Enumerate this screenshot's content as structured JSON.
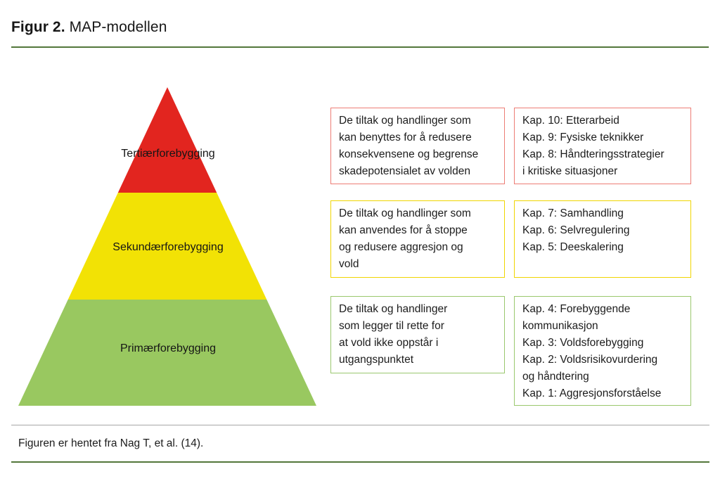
{
  "title": {
    "figure_label": "Figur 2.",
    "figure_name": " MAP-modellen"
  },
  "colors": {
    "pyramid_red": "#e2251f",
    "pyramid_yellow": "#f2e205",
    "pyramid_green": "#99c860",
    "border_red": "#ed7d75",
    "border_yellow": "#f0d500",
    "border_green": "#9ac86e",
    "rule_green": "#53773a",
    "rule_gray": "#a6a6a6"
  },
  "pyramid": {
    "levels": [
      {
        "name": "tertiary",
        "label": "Tertiærforebygging",
        "color": "#e2251f"
      },
      {
        "name": "secondary",
        "label": "Sekundærforebygging",
        "color": "#f2e205"
      },
      {
        "name": "primary",
        "label": "Primærforebygging",
        "color": "#99c860"
      }
    ]
  },
  "rows": [
    {
      "name": "tertiary",
      "description": "De tiltak og handlinger som\nkan benyttes for å redusere\nkonsekvensene og begrense\nskadepotensialet av volden",
      "chapters": "Kap. 10: Etterarbeid\nKap. 9: Fysiske teknikker\nKap. 8: Håndteringsstrategier\ni kritiske situasjoner"
    },
    {
      "name": "secondary",
      "description": "De tiltak og handlinger som\nkan anvendes for å stoppe\nog redusere aggresjon og\nvold",
      "chapters": "Kap. 7: Samhandling\nKap. 6: Selvregulering\nKap. 5: Deeskalering"
    },
    {
      "name": "primary",
      "description": "De tiltak og handlinger\nsom legger til rette for\nat vold ikke oppstår i\nutgangspunktet",
      "chapters": "Kap. 4: Forebyggende\nkommunikasjon\nKap. 3: Voldsforebygging\nKap. 2: Voldsrisikovurdering\nog håndtering\nKap. 1: Aggresjonsforståelse"
    }
  ],
  "footer": {
    "caption": "Figuren er hentet fra Nag T, et al. (14)."
  }
}
